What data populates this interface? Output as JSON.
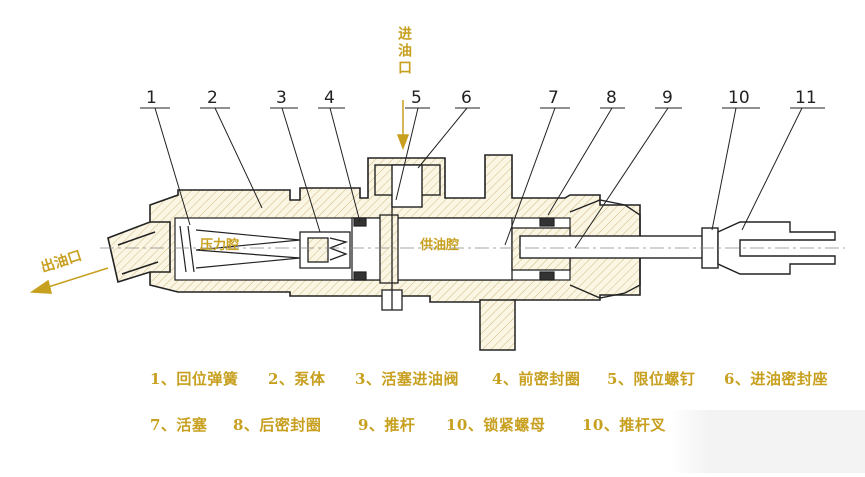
{
  "ports": {
    "inlet": "进油口",
    "outlet": "出油口"
  },
  "chambers": {
    "pressure": "压力腔",
    "supply": "供油腔"
  },
  "callouts": [
    "1",
    "2",
    "3",
    "4",
    "5",
    "6",
    "7",
    "8",
    "9",
    "10",
    "11"
  ],
  "legend": {
    "row1": [
      "1、回位弹簧",
      "2、泵体",
      "3、活塞进油阀",
      "4、前密封圈",
      "5、限位螺钉",
      "6、进油密封座"
    ],
    "row2": [
      "7、活塞",
      "8、后密封圈",
      "9、推杆",
      "10、锁紧螺母",
      "10、推杆叉"
    ]
  },
  "colors": {
    "label": "#c8a020",
    "line": "#222222"
  }
}
